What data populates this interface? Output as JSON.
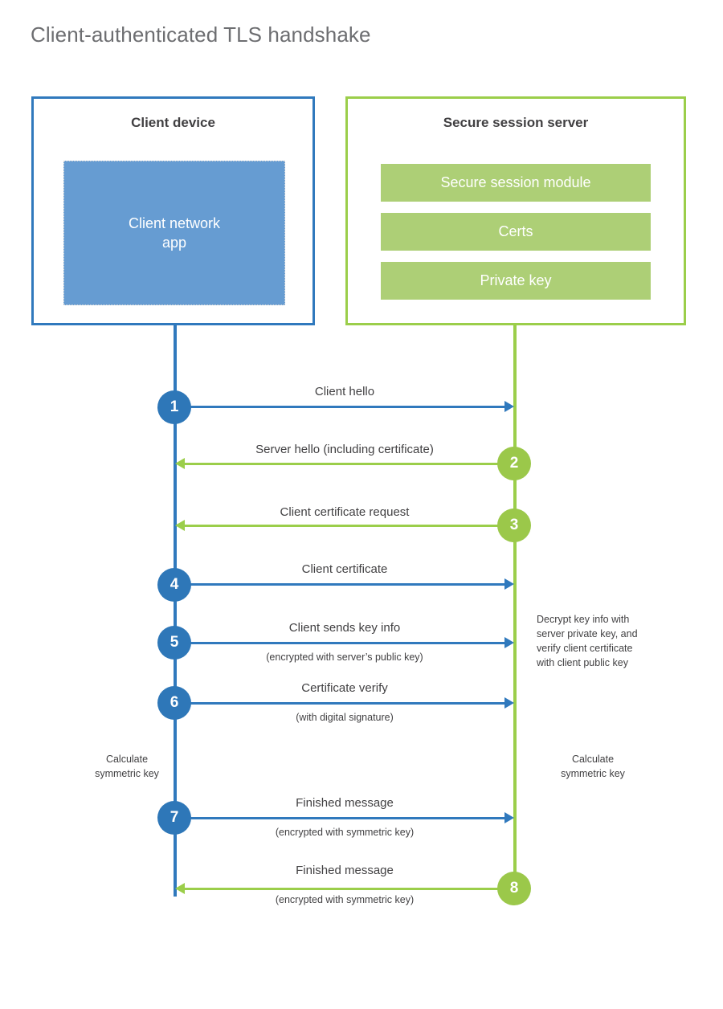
{
  "title": "Client-authenticated TLS handshake",
  "colors": {
    "blue": "#3079bd",
    "blue_circle": "#2e77b8",
    "blue_app": "#669cd2",
    "green": "#9bce4a",
    "green_circle": "#9bc84a",
    "green_bar": "#adcf76",
    "text": "#414042",
    "title_text": "#6d6e71"
  },
  "client": {
    "title": "Client device",
    "app_label": "Client network\napp"
  },
  "server": {
    "title": "Secure session server",
    "modules": [
      "Secure session module",
      "Certs",
      "Private key"
    ]
  },
  "steps": [
    {
      "number": "1",
      "label": "Client hello",
      "sublabel": "",
      "direction": "client-to-server",
      "color": "blue"
    },
    {
      "number": "2",
      "label": "Server hello (including certificate)",
      "sublabel": "",
      "direction": "server-to-client",
      "color": "green"
    },
    {
      "number": "3",
      "label": "Client certificate request",
      "sublabel": "",
      "direction": "server-to-client",
      "color": "green"
    },
    {
      "number": "4",
      "label": "Client certificate",
      "sublabel": "",
      "direction": "client-to-server",
      "color": "blue"
    },
    {
      "number": "5",
      "label": "Client sends key info",
      "sublabel": "(encrypted with server’s public key)",
      "direction": "client-to-server",
      "color": "blue"
    },
    {
      "number": "6",
      "label": "Certificate verify",
      "sublabel": "(with digital signature)",
      "direction": "client-to-server",
      "color": "blue"
    },
    {
      "number": "7",
      "label": "Finished message",
      "sublabel": "(encrypted with symmetric key)",
      "direction": "client-to-server",
      "color": "blue"
    },
    {
      "number": "8",
      "label": "Finished message",
      "sublabel": "(encrypted with symmetric key)",
      "direction": "server-to-client",
      "color": "green"
    }
  ],
  "notes": {
    "server_decrypt": "Decrypt key info with\nserver private key, and\nverify client certificate\nwith client public key",
    "client_calc": "Calculate\nsymmetric key",
    "server_calc": "Calculate\nsymmetric key"
  }
}
